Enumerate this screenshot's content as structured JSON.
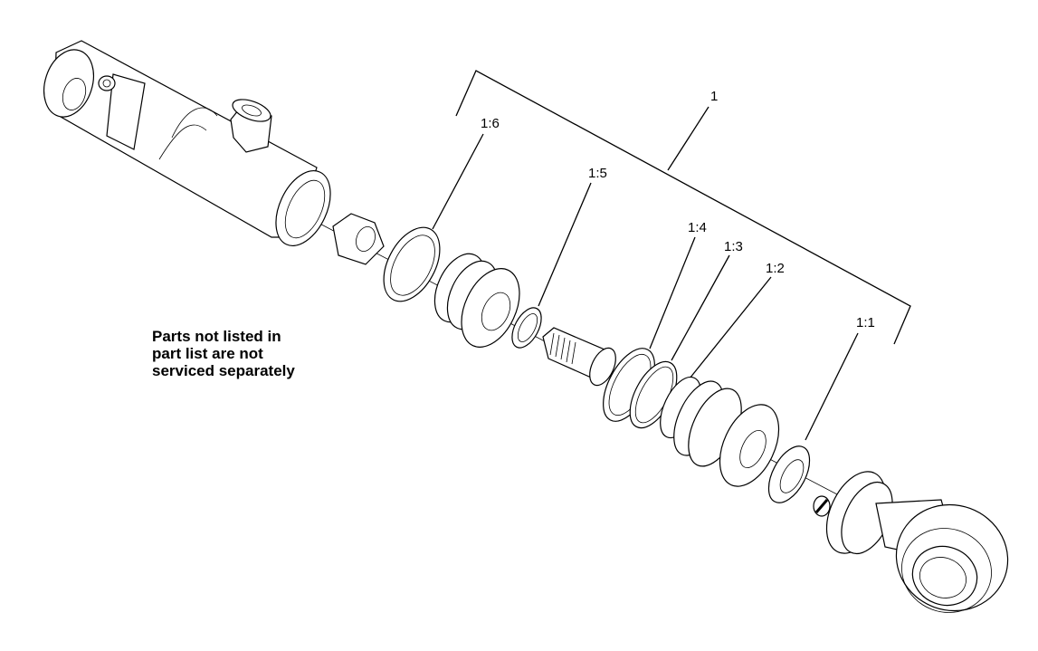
{
  "diagram": {
    "labels": {
      "assembly": "1",
      "part_1_1": "1:1",
      "part_1_2": "1:2",
      "part_1_3": "1:3",
      "part_1_4": "1:4",
      "part_1_5": "1:5",
      "part_1_6": "1:6"
    },
    "note": {
      "line1": "Parts not listed in",
      "line2": "part list are not",
      "line3": "serviced separately"
    }
  }
}
